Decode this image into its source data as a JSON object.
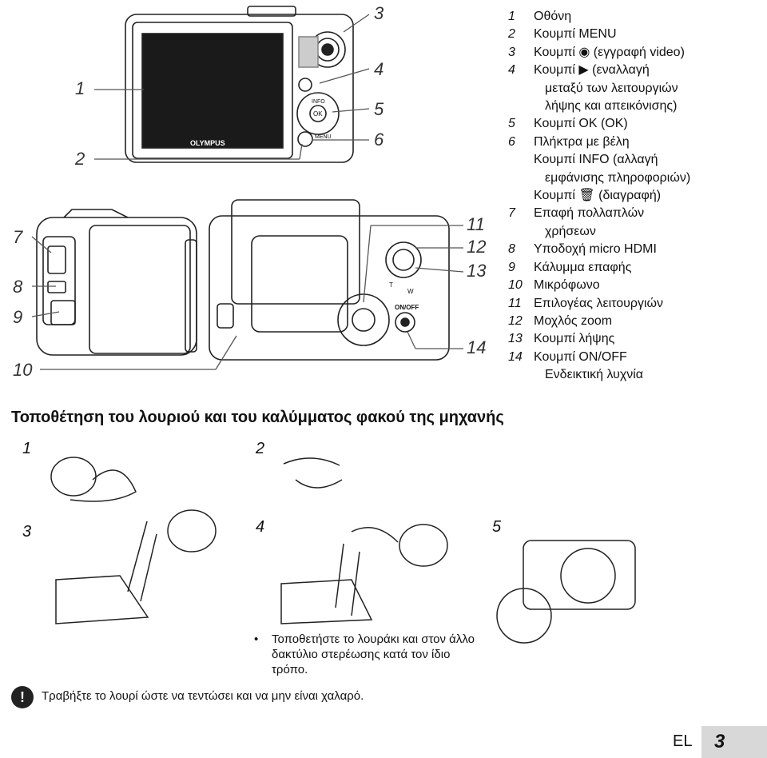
{
  "legend": [
    {
      "n": "1",
      "lines": [
        "Οθόνη"
      ]
    },
    {
      "n": "2",
      "lines": [
        "Κουμπί MENU"
      ]
    },
    {
      "n": "3",
      "lines": [
        "Κουμπί ◉ (εγγραφή video)"
      ]
    },
    {
      "n": "4",
      "lines": [
        "Κουμπί ▶ (εναλλαγή",
        "μεταξύ των λειτουργιών",
        "λήψης και απεικόνισης)"
      ]
    },
    {
      "n": "5",
      "lines": [
        "Κουμπί OK (OK)"
      ]
    },
    {
      "n": "6",
      "lines": [
        "Πλήκτρα με βέλη",
        "Κουμπί INFO (αλλαγή",
        "εμφάνισης πληροφοριών)",
        "Κουμπί 🗑 (διαγραφή)"
      ]
    },
    {
      "n": "7",
      "lines": [
        "Επαφή πολλαπλών",
        "χρήσεων"
      ]
    },
    {
      "n": "8",
      "lines": [
        "Υποδοχή micro HDMI"
      ]
    },
    {
      "n": "9",
      "lines": [
        "Κάλυμμα επαφής"
      ]
    },
    {
      "n": "10",
      "lines": [
        "Μικρόφωνο"
      ]
    },
    {
      "n": "11",
      "lines": [
        "Επιλογέας λειτουργιών"
      ]
    },
    {
      "n": "12",
      "lines": [
        "Μοχλός zoom"
      ]
    },
    {
      "n": "13",
      "lines": [
        "Κουμπί λήψης"
      ]
    },
    {
      "n": "14",
      "lines": [
        "Κουμπί ON/OFF",
        "Ενδεικτική λυχνία"
      ]
    }
  ],
  "callouts": {
    "c1": "1",
    "c2": "2",
    "c3": "3",
    "c4": "4",
    "c5": "5",
    "c6": "6",
    "c7": "7",
    "c8": "8",
    "c9": "9",
    "c10": "10",
    "c11": "11",
    "c12": "12",
    "c13": "13",
    "c14": "14"
  },
  "camera_labels": {
    "brand": "OLYMPUS",
    "info": "INFO",
    "ok": "OK",
    "menu": "MENU",
    "onoff": "ON/OFF",
    "tele": "T",
    "wide": "W"
  },
  "section_title": "Τοποθέτηση του λουριού και του καλύμματος φακού της μηχανής",
  "steps": {
    "s1": "1",
    "s2": "2",
    "s3": "3",
    "s4": "4",
    "s5": "5"
  },
  "note": {
    "bullet": "•",
    "text": "Τοποθετήστε το λουράκι και στον άλλο δακτύλιο στερέωσης κατά τον ίδιο τρόπο."
  },
  "warning": {
    "icon": "!",
    "text": "Τραβήξτε το λουρί ώστε να τεντώσει και να μην είναι χαλαρό."
  },
  "footer": {
    "lang": "EL",
    "page": "3"
  }
}
